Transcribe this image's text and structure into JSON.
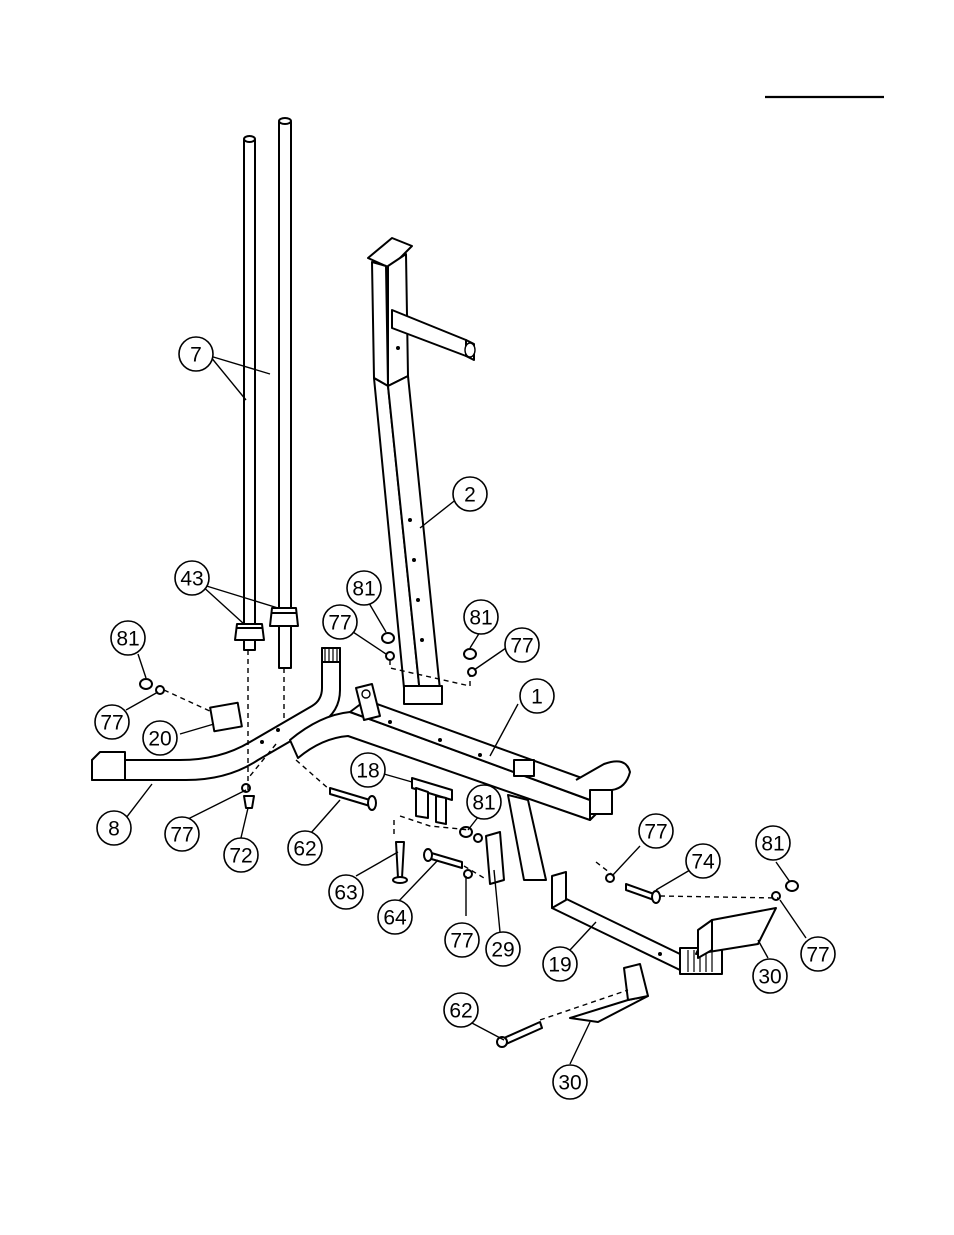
{
  "callouts": [
    {
      "id": "c7",
      "label": "7"
    },
    {
      "id": "c2",
      "label": "2"
    },
    {
      "id": "c43",
      "label": "43"
    },
    {
      "id": "c81a",
      "label": "81"
    },
    {
      "id": "c77a",
      "label": "77"
    },
    {
      "id": "c81b",
      "label": "81"
    },
    {
      "id": "c77b",
      "label": "77"
    },
    {
      "id": "c81c",
      "label": "81"
    },
    {
      "id": "c77c",
      "label": "77"
    },
    {
      "id": "c1",
      "label": "1"
    },
    {
      "id": "c20",
      "label": "20"
    },
    {
      "id": "c18",
      "label": "18"
    },
    {
      "id": "c8",
      "label": "8"
    },
    {
      "id": "c77d",
      "label": "77"
    },
    {
      "id": "c72",
      "label": "72"
    },
    {
      "id": "c62a",
      "label": "62"
    },
    {
      "id": "c81d",
      "label": "81"
    },
    {
      "id": "c77e",
      "label": "77"
    },
    {
      "id": "c74",
      "label": "74"
    },
    {
      "id": "c81e",
      "label": "81"
    },
    {
      "id": "c63",
      "label": "63"
    },
    {
      "id": "c64",
      "label": "64"
    },
    {
      "id": "c77f",
      "label": "77"
    },
    {
      "id": "c29",
      "label": "29"
    },
    {
      "id": "c19",
      "label": "19"
    },
    {
      "id": "c30a",
      "label": "30"
    },
    {
      "id": "c77g",
      "label": "77"
    },
    {
      "id": "c62b",
      "label": "62"
    },
    {
      "id": "c30b",
      "label": "30"
    }
  ]
}
